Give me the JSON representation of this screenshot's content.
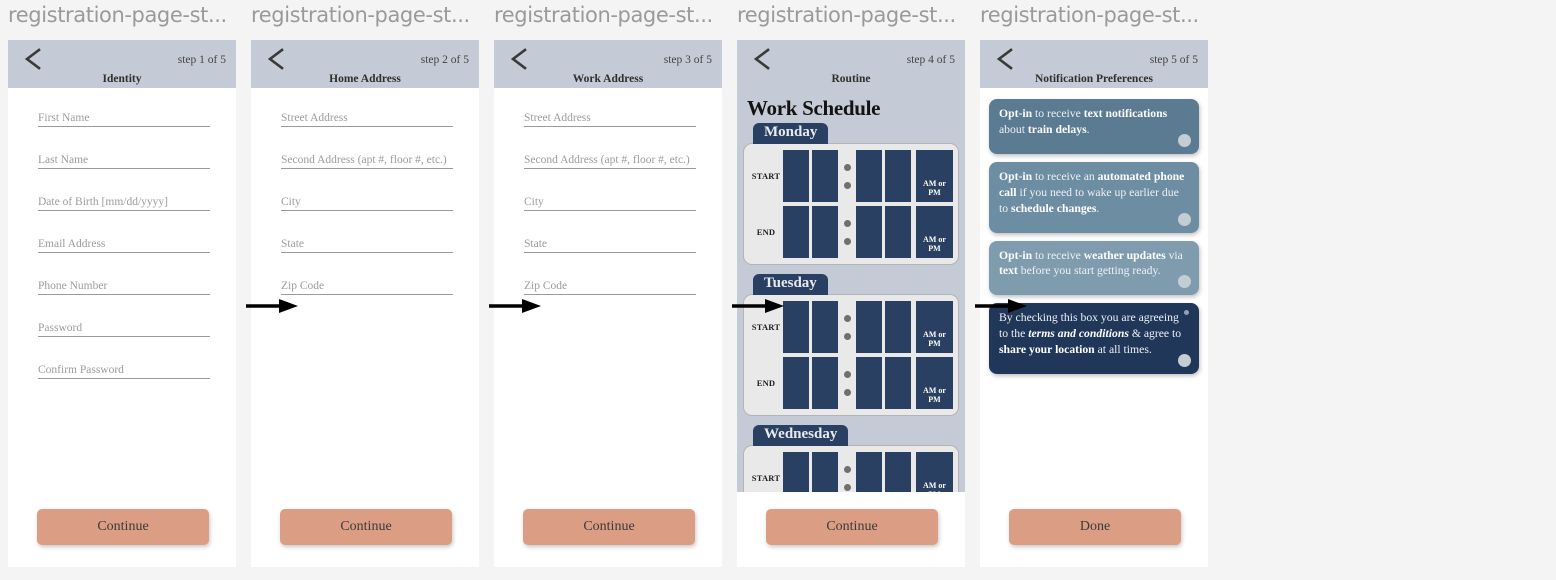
{
  "page": {
    "background": "#f4f4f4",
    "caption_text": "registration-page-st...",
    "arrow_icon": "arrow-right-icon",
    "back_icon": "chevron-left-icon"
  },
  "theme": {
    "header_bar": "#c5cbd6",
    "navy": "#2a4063",
    "button": "#dc9d85",
    "slate": "#5b7b92",
    "deep_navy": "#21375a"
  },
  "screens": [
    {
      "caption": "registration-page-st...",
      "title": "Identity",
      "step": "step 1 of 5",
      "kind": "form",
      "fields": [
        "First Name",
        "Last Name",
        "Date of Birth [mm/dd/yyyy]",
        "Email Address",
        "Phone Number",
        "Password",
        "Confirm Password"
      ],
      "button": "Continue"
    },
    {
      "caption": "registration-page-st...",
      "title": "Home Address",
      "step": "step 2 of 5",
      "kind": "form",
      "fields": [
        "Street Address",
        "Second Address (apt #, floor #, etc.)",
        "City",
        "State",
        "Zip Code"
      ],
      "button": "Continue"
    },
    {
      "caption": "registration-page-st...",
      "title": "Work Address",
      "step": "step 3 of 5",
      "kind": "form",
      "fields": [
        "Street Address",
        "Second Address (apt #, floor #, etc.)",
        "City",
        "State",
        "Zip Code"
      ],
      "button": "Continue"
    },
    {
      "caption": "registration-page-st...",
      "title": "Routine",
      "step": "step 4 of 5",
      "kind": "schedule",
      "schedule_heading": "Work Schedule",
      "days": [
        "Monday",
        "Tuesday",
        "Wednesday"
      ],
      "row_labels": [
        "START",
        "END"
      ],
      "ampm_label": "AM or PM",
      "button": "Continue"
    },
    {
      "caption": "registration-page-st...",
      "title": "Notification Preferences",
      "step": "step 5 of 5",
      "kind": "notifications",
      "options": [
        {
          "tone": "tone-a",
          "parts": [
            {
              "t": "Opt-in",
              "s": "b"
            },
            {
              "t": " to receive ",
              "s": ""
            },
            {
              "t": "text notifications",
              "s": "b"
            },
            {
              "t": " about ",
              "s": ""
            },
            {
              "t": "train delays",
              "s": "b"
            },
            {
              "t": ".",
              "s": ""
            }
          ]
        },
        {
          "tone": "tone-b",
          "parts": [
            {
              "t": "Opt-in",
              "s": "b"
            },
            {
              "t": " to receive an ",
              "s": ""
            },
            {
              "t": "automated phone call",
              "s": "b"
            },
            {
              "t": " if you need to wake up earlier due to ",
              "s": ""
            },
            {
              "t": "schedule changes",
              "s": "b"
            },
            {
              "t": ".",
              "s": ""
            }
          ]
        },
        {
          "tone": "tone-c",
          "parts": [
            {
              "t": "Opt-in",
              "s": "b"
            },
            {
              "t": " to receive ",
              "s": ""
            },
            {
              "t": "weather updates",
              "s": "b"
            },
            {
              "t": " via ",
              "s": ""
            },
            {
              "t": "text",
              "s": "b"
            },
            {
              "t": " before you start getting ready.",
              "s": ""
            }
          ]
        },
        {
          "tone": "tone-d",
          "has_small_dot": true,
          "parts": [
            {
              "t": "By checking this box you are agreeing to the ",
              "s": ""
            },
            {
              "t": "terms and conditions",
              "s": "em"
            },
            {
              "t": " & agree to ",
              "s": ""
            },
            {
              "t": "share your location",
              "s": "b"
            },
            {
              "t": " at all times.",
              "s": ""
            }
          ]
        }
      ],
      "button": "Done"
    }
  ]
}
